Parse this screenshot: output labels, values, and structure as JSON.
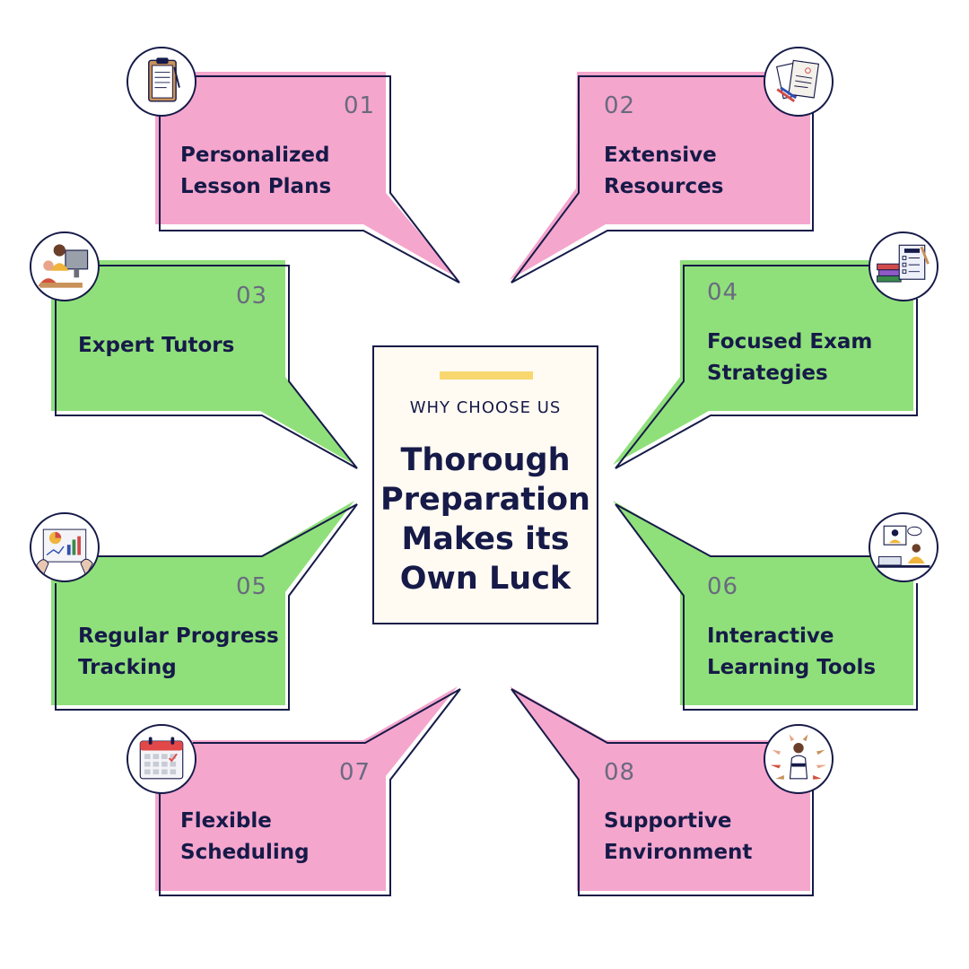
{
  "colors": {
    "pink": "#f5a6cd",
    "green": "#8fe07a",
    "navy": "#161a48",
    "accent": "#f8d76f",
    "panel": "#fffaf2"
  },
  "center": {
    "eyebrow": "WHY CHOOSE US",
    "headline_lines": [
      "Thorough",
      "Preparation",
      "Makes its",
      "Own Luck"
    ]
  },
  "items": [
    {
      "number": "01",
      "lines": [
        "Personalized",
        "Lesson Plans"
      ],
      "color": "pink",
      "icon": "clipboard-icon"
    },
    {
      "number": "02",
      "lines": [
        "Extensive",
        "Resources"
      ],
      "color": "pink",
      "icon": "documents-icon"
    },
    {
      "number": "03",
      "lines": [
        "Expert Tutors"
      ],
      "color": "green",
      "icon": "tutors-icon"
    },
    {
      "number": "04",
      "lines": [
        "Focused Exam",
        "Strategies"
      ],
      "color": "green",
      "icon": "exam-icon"
    },
    {
      "number": "05",
      "lines": [
        "Regular Progress",
        "Tracking"
      ],
      "color": "green",
      "icon": "charts-icon"
    },
    {
      "number": "06",
      "lines": [
        "Interactive",
        "Learning Tools"
      ],
      "color": "green",
      "icon": "online-class-icon"
    },
    {
      "number": "07",
      "lines": [
        "Flexible",
        "Scheduling"
      ],
      "color": "pink",
      "icon": "calendar-icon"
    },
    {
      "number": "08",
      "lines": [
        "Supportive",
        "Environment"
      ],
      "color": "pink",
      "icon": "support-icon"
    }
  ]
}
